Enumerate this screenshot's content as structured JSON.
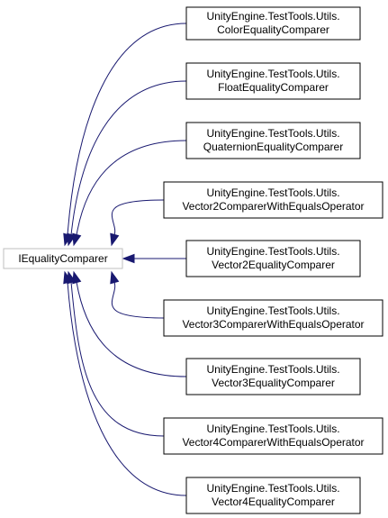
{
  "diagram": {
    "base": {
      "label": "IEqualityComparer",
      "border_color": "#bfbfbf"
    },
    "derived": [
      {
        "line1": "UnityEngine.TestTools.Utils.",
        "line2": "ColorEqualityComparer"
      },
      {
        "line1": "UnityEngine.TestTools.Utils.",
        "line2": "FloatEqualityComparer"
      },
      {
        "line1": "UnityEngine.TestTools.Utils.",
        "line2": "QuaternionEqualityComparer"
      },
      {
        "line1": "UnityEngine.TestTools.Utils.",
        "line2": "Vector2ComparerWithEqualsOperator"
      },
      {
        "line1": "UnityEngine.TestTools.Utils.",
        "line2": "Vector2EqualityComparer"
      },
      {
        "line1": "UnityEngine.TestTools.Utils.",
        "line2": "Vector3ComparerWithEqualsOperator"
      },
      {
        "line1": "UnityEngine.TestTools.Utils.",
        "line2": "Vector3EqualityComparer"
      },
      {
        "line1": "UnityEngine.TestTools.Utils.",
        "line2": "Vector4ComparerWithEqualsOperator"
      },
      {
        "line1": "UnityEngine.TestTools.Utils.",
        "line2": "Vector4EqualityComparer"
      }
    ],
    "node_border_color": "#000000",
    "edge_color": "#191970"
  }
}
